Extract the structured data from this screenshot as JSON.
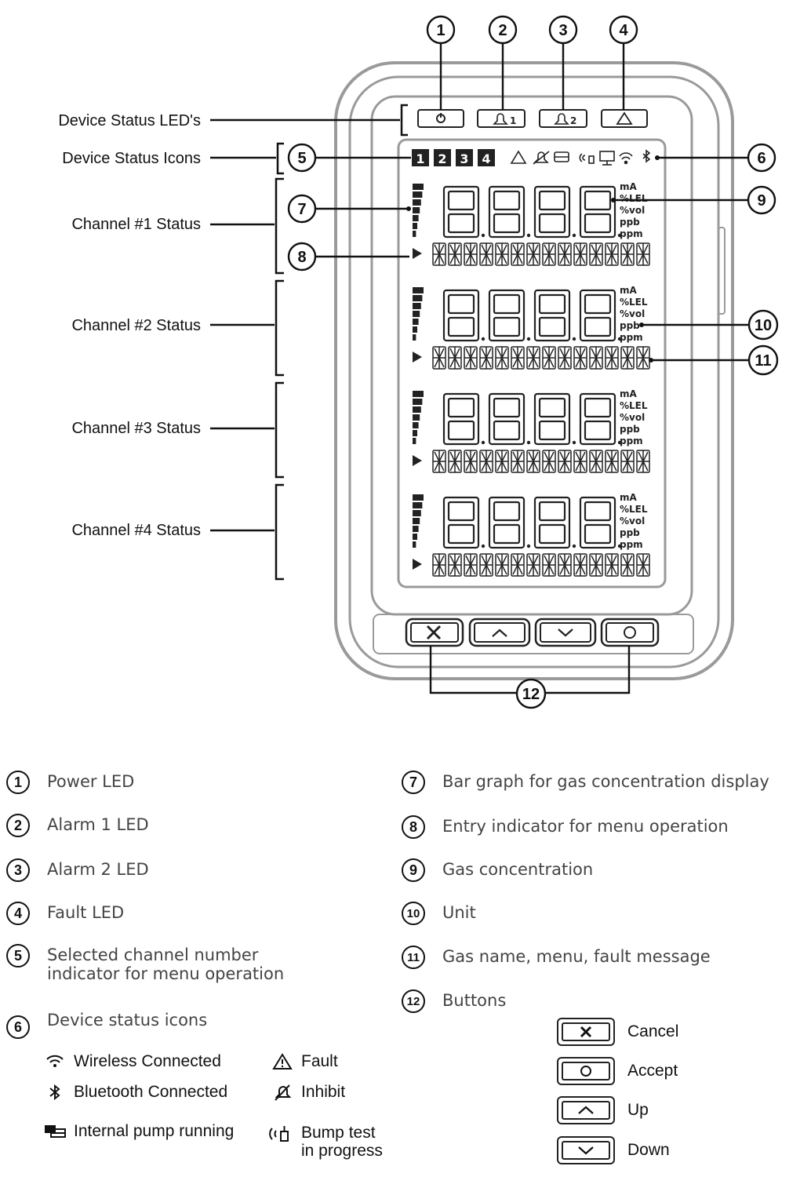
{
  "left_labels": {
    "status_leds": "Device Status LED's",
    "status_icons": "Device Status Icons",
    "channel1": "Channel #1 Status",
    "channel2": "Channel #2 Status",
    "channel3": "Channel #3 Status",
    "channel4": "Channel #4 Status"
  },
  "callouts": [
    "1",
    "2",
    "3",
    "4",
    "5",
    "6",
    "7",
    "8",
    "9",
    "10",
    "11",
    "12"
  ],
  "channel_numbers": [
    "1",
    "2",
    "3",
    "4"
  ],
  "lcd_units": [
    "mA",
    "%LEL",
    "%vol",
    "ppb",
    "ppm"
  ],
  "legend_left": [
    {
      "num": "1",
      "text": "Power LED"
    },
    {
      "num": "2",
      "text": "Alarm 1 LED"
    },
    {
      "num": "3",
      "text": "Alarm 2 LED"
    },
    {
      "num": "4",
      "text": "Fault LED"
    },
    {
      "num": "5",
      "text": "Selected channel number",
      "text2": "indicator for menu operation"
    },
    {
      "num": "6",
      "text": "Device status icons"
    }
  ],
  "legend_right": [
    {
      "num": "7",
      "text": "Bar graph for gas concentration display"
    },
    {
      "num": "8",
      "text": "Entry indicator for menu operation"
    },
    {
      "num": "9",
      "text": "Gas concentration"
    },
    {
      "num": "10",
      "text": "Unit"
    },
    {
      "num": "11",
      "text": "Gas name, menu, fault message"
    },
    {
      "num": "12",
      "text": "Buttons"
    }
  ],
  "status_icons": [
    {
      "icon": "wifi-icon",
      "glyph": "ᯤ",
      "label": "Wireless Connected"
    },
    {
      "icon": "bluetooth-icon",
      "glyph": "✱",
      "label": "Bluetooth Connected"
    },
    {
      "icon": "pump-icon",
      "glyph": "⛟",
      "label": "Internal pump running"
    },
    {
      "icon": "fault-icon",
      "glyph": "⚠",
      "label": "Fault"
    },
    {
      "icon": "inhibit-icon",
      "glyph": "🔕",
      "label": "Inhibit"
    },
    {
      "icon": "bump-test-icon",
      "glyph": "((•",
      "label": "Bump test",
      "label2": "in progress"
    }
  ],
  "button_keys": [
    {
      "icon": "cancel-icon",
      "glyph": "✕",
      "label": "Cancel"
    },
    {
      "icon": "accept-icon",
      "glyph": "○",
      "label": "Accept"
    },
    {
      "icon": "up-icon",
      "glyph": "︿",
      "label": "Up"
    },
    {
      "icon": "down-icon",
      "glyph": "﹀",
      "label": "Down"
    }
  ]
}
